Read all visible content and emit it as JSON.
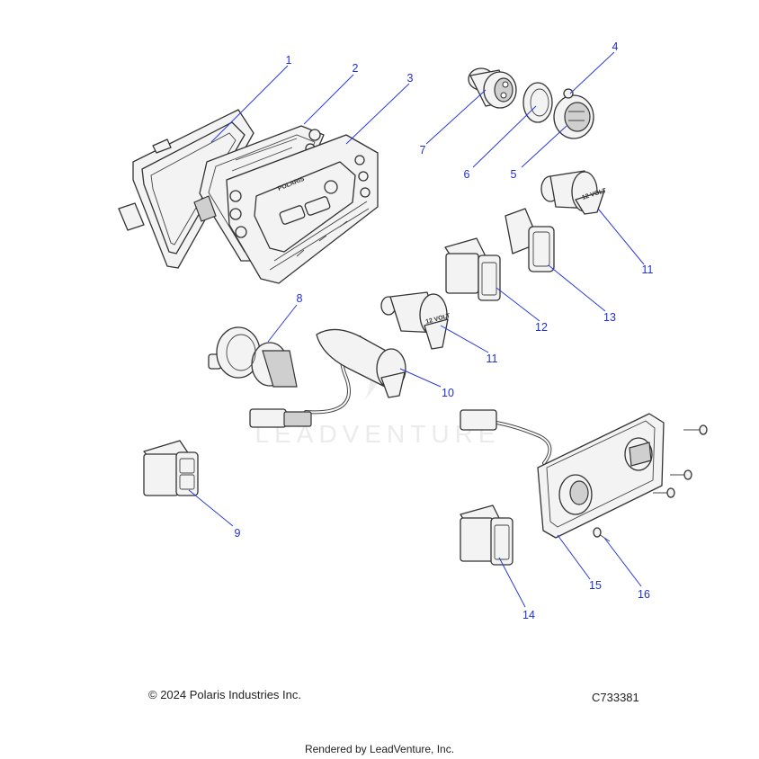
{
  "callouts": [
    {
      "num": "1",
      "part": "bezel-frame"
    },
    {
      "num": "2",
      "part": "radio-head-unit"
    },
    {
      "num": "3",
      "part": "radio-bezel"
    },
    {
      "num": "4",
      "part": "usb-cap-tether"
    },
    {
      "num": "5",
      "part": "usb-cap"
    },
    {
      "num": "6",
      "part": "usb-nut"
    },
    {
      "num": "7",
      "part": "usb-receptacle"
    },
    {
      "num": "8",
      "part": "ignition-switch"
    },
    {
      "num": "9",
      "part": "rocker-switch-lights"
    },
    {
      "num": "10",
      "part": "usb-charger-harness"
    },
    {
      "num": "11",
      "part": "power-outlet-12v"
    },
    {
      "num": "12",
      "part": "rocker-switch-awd"
    },
    {
      "num": "13",
      "part": "switch-cover"
    },
    {
      "num": "14",
      "part": "rocker-switch-drive"
    },
    {
      "num": "15",
      "part": "dash-panel-assembly"
    },
    {
      "num": "16",
      "part": "screw"
    }
  ],
  "labels": {
    "radio_brand": "POLARIS",
    "outlet_text": "12 VOLT"
  },
  "watermark": "LEADVENTURE",
  "footer": {
    "copyright": "© 2024 Polaris Industries Inc.",
    "drawing_code": "C733381",
    "rendered_by": "Rendered by LeadVenture, Inc."
  },
  "colors": {
    "callout": "#1f2fd6",
    "line_art": "#333333",
    "watermark": "#e6e6e6"
  }
}
